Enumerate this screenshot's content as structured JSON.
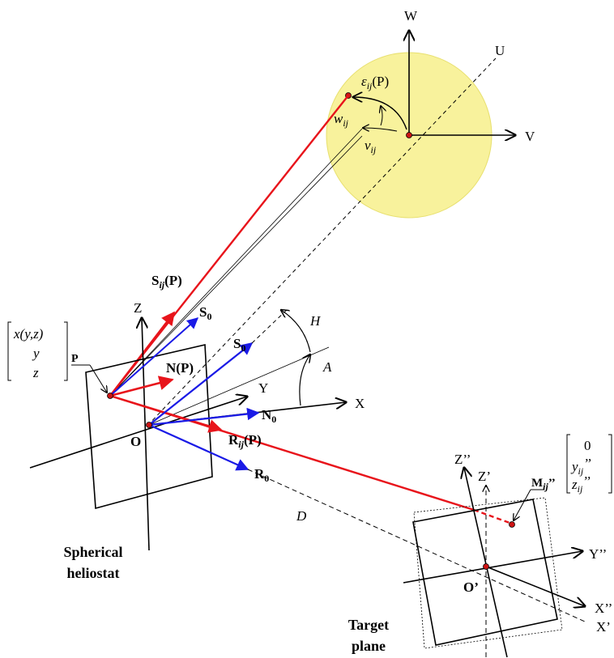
{
  "labels": {
    "W": "W",
    "U": "U",
    "V": "V",
    "eps": "ε",
    "eps_sub": "ij",
    "eps_P": "(P)",
    "w": "w",
    "w_sub": "ij",
    "v": "v",
    "v_sub": "ij",
    "S_ij": "S",
    "S_ij_sub": "ij",
    "S_ij_P": "(P)",
    "Z": "Z",
    "S0a": "S",
    "S0a_sub": "0",
    "S0b": "S",
    "S0b_sub": "0",
    "H": "H",
    "A": "A",
    "NP": "N(P)",
    "Y": "Y",
    "X": "X",
    "N0": "N",
    "N0_sub": "0",
    "O": "O",
    "P": "P",
    "R_ij": "R",
    "R_ij_sub": "ij",
    "R_ij_P": "(P)",
    "R0": "R",
    "R0_sub": "0",
    "D": "D",
    "vec_x": "x(y,z)",
    "vec_y": "y",
    "vec_z": "z",
    "Zpp": "Z’’",
    "Zp": "Z’",
    "M_ij": "M",
    "M_ij_sub": "ij",
    "M_ij_q": "’’",
    "mvec_0": "0",
    "mvec_y": "y",
    "mvec_y_sub": "ij",
    "mvec_y_q": "’’",
    "mvec_z": "z",
    "mvec_z_sub": "ij",
    "mvec_z_q": "’’",
    "Ypp": "Y’’",
    "Xpp": "X’’",
    "Xp": "X’",
    "Oprime": "O’",
    "spherical1": "Spherical",
    "spherical2": "heliostat",
    "target1": "Target",
    "target2": "plane"
  },
  "colors": {
    "sun": "#f8f29c",
    "sun_edge": "#e8e070",
    "red": "#e8141b",
    "blue": "#1a1ae6",
    "dot": "#cc1414",
    "black": "#000000"
  }
}
